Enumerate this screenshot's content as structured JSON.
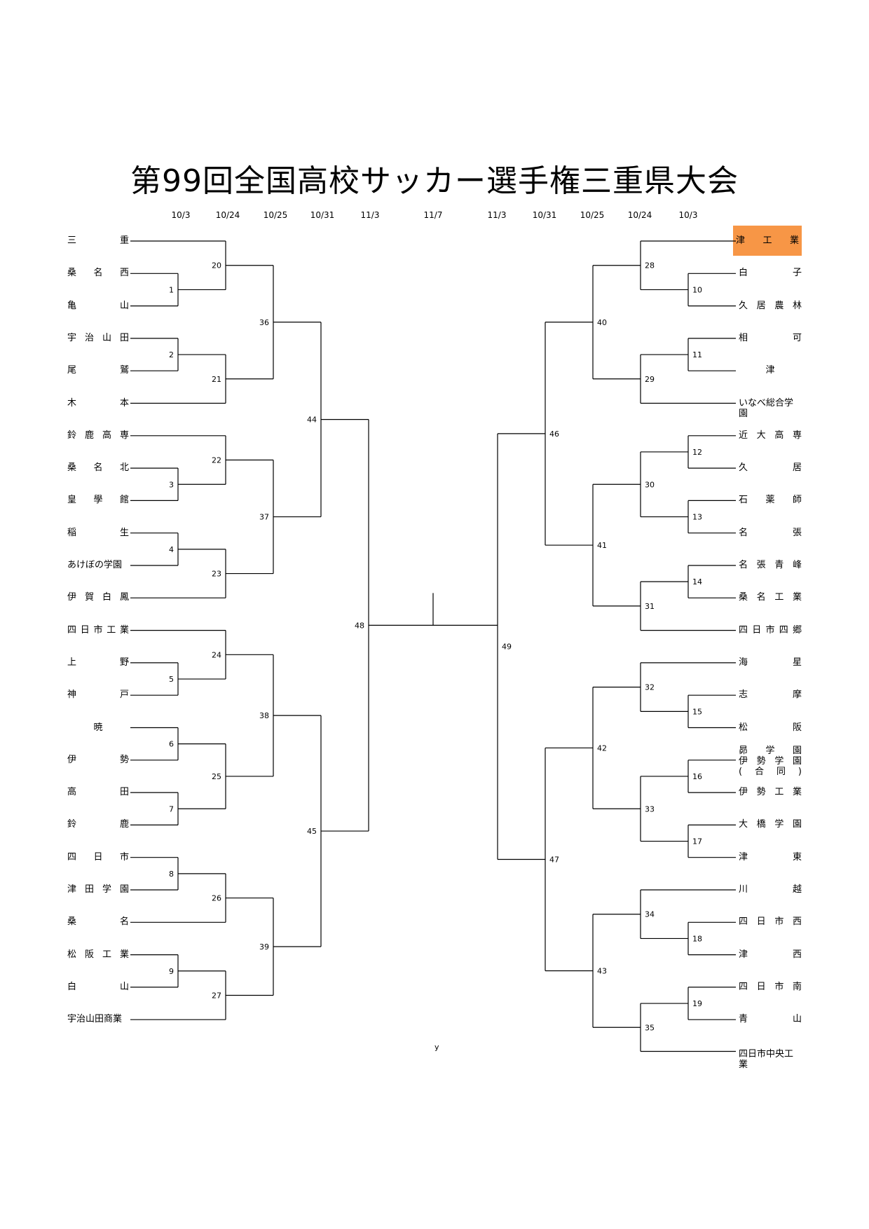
{
  "title": "第99回全国高校サッカー選手権三重県大会",
  "dates": [
    "10/3",
    "10/24",
    "10/25",
    "10/31",
    "11/3",
    "11/7",
    "11/3",
    "10/31",
    "10/25",
    "10/24",
    "10/3"
  ],
  "left_teams": [
    "三重",
    "桑名西",
    "亀山",
    "宇治山田",
    "尾鷲",
    "木本",
    "鈴鹿高専",
    "桑名北",
    "皇學館",
    "稲生",
    "あけぼの学園",
    "伊賀白鳳",
    "四日市工業",
    "上野",
    "神戸",
    "暁",
    "伊勢",
    "高田",
    "鈴鹿",
    "四日市",
    "津田学園",
    "桑名",
    "松阪工業",
    "白山",
    "宇治山田商業"
  ],
  "right_teams": [
    "津工業",
    "白子",
    "久居農林",
    "相可",
    "津",
    "いなべ総合学園",
    "近大高専",
    "久居",
    "石薬師",
    "名張",
    "名張青峰",
    "桑名工業",
    "四日市四郷",
    "海星",
    "志摩",
    "松阪",
    "昴学園 伊勢学園 (合同)",
    "伊勢工業",
    "大橋学園",
    "津東",
    "川越",
    "四日市西",
    "津西",
    "四日市南",
    "青山",
    "四日市中央工業"
  ],
  "highlight_team": "津工業",
  "highlight_color": "#f79646",
  "left_match_numbers": [
    "1",
    "2",
    "3",
    "4",
    "5",
    "6",
    "7",
    "8",
    "9",
    "20",
    "21",
    "22",
    "23",
    "24",
    "25",
    "26",
    "27",
    "36",
    "37",
    "38",
    "39",
    "44",
    "45",
    "48"
  ],
  "right_match_numbers": [
    "10",
    "11",
    "12",
    "13",
    "14",
    "15",
    "16",
    "17",
    "18",
    "19",
    "28",
    "29",
    "30",
    "31",
    "32",
    "33",
    "34",
    "35",
    "40",
    "41",
    "42",
    "43",
    "46",
    "47",
    "49"
  ],
  "note": "y"
}
